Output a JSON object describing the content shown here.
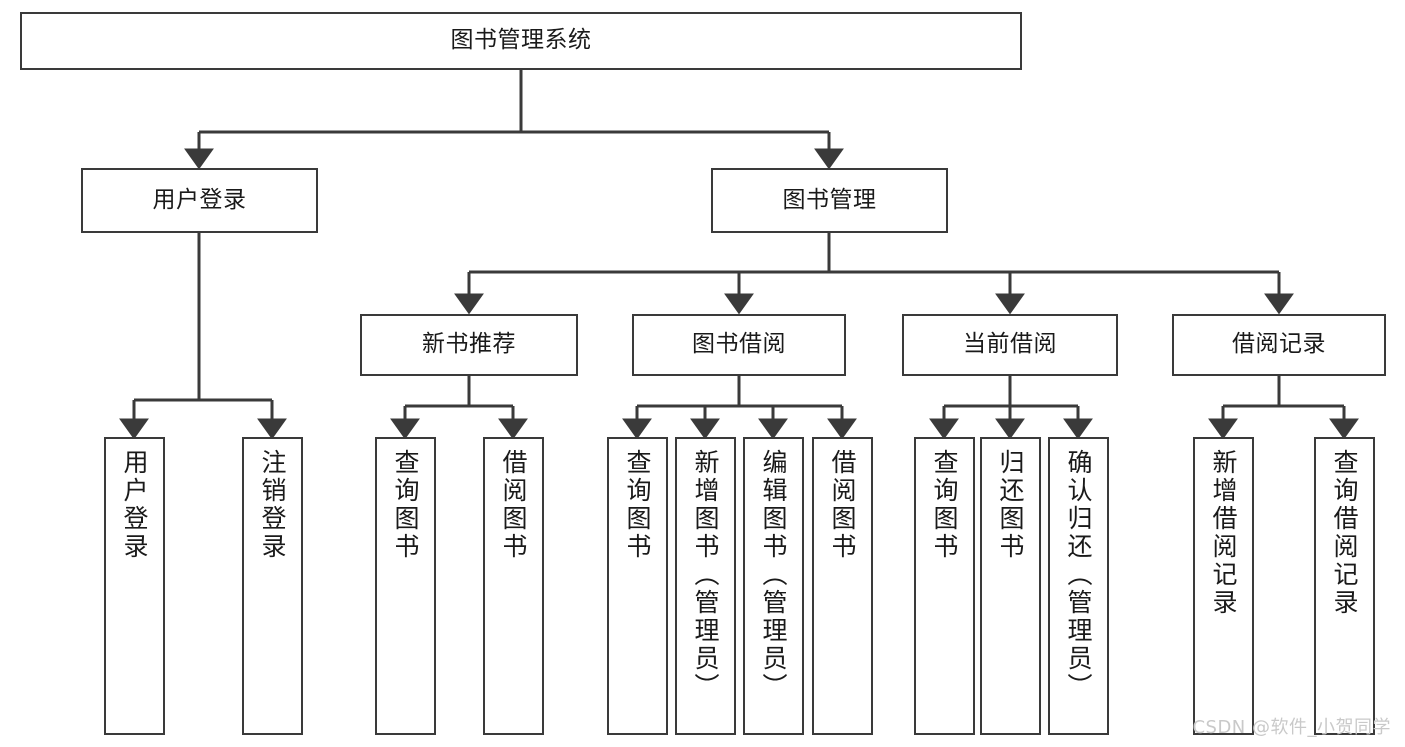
{
  "diagram": {
    "title": "图书管理系统",
    "type": "hierarchy-tree",
    "watermark": "CSDN @软件_小贺同学",
    "colors": {
      "border": "#3a3a3a",
      "background": "#ffffff",
      "text": "#1a1a1a",
      "watermark": "#c9c9c9"
    },
    "nodes": {
      "root": {
        "label": "图书管理系统"
      },
      "level2": [
        {
          "label": "用户登录"
        },
        {
          "label": "图书管理"
        }
      ],
      "level3": [
        {
          "label": "新书推荐"
        },
        {
          "label": "图书借阅"
        },
        {
          "label": "当前借阅"
        },
        {
          "label": "借阅记录"
        }
      ],
      "leaves": [
        {
          "label": "用户登录"
        },
        {
          "label": "注销登录"
        },
        {
          "label": "查询图书"
        },
        {
          "label": "借阅图书"
        },
        {
          "label": "查询图书"
        },
        {
          "label": "新增图书（管理员）"
        },
        {
          "label": "编辑图书（管理员）"
        },
        {
          "label": "借阅图书"
        },
        {
          "label": "查询图书"
        },
        {
          "label": "归还图书"
        },
        {
          "label": "确认归还（管理员）"
        },
        {
          "label": "新增借阅记录"
        },
        {
          "label": "查询借阅记录"
        }
      ]
    }
  }
}
